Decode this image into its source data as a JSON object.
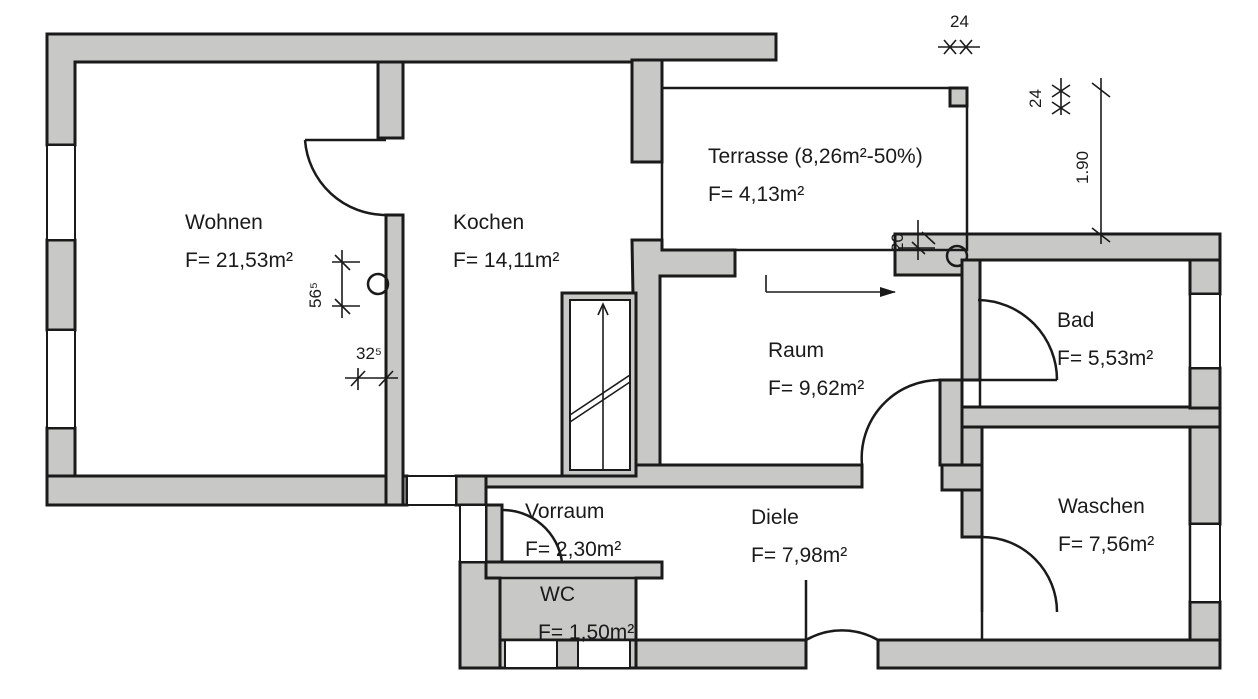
{
  "rooms": {
    "wohnen": {
      "name": "Wohnen",
      "area": "F= 21,53m²"
    },
    "kochen": {
      "name": "Kochen",
      "area": "F= 14,11m²"
    },
    "terrasse": {
      "name": "Terrasse (8,26m²-50%)",
      "area": "F= 4,13m²"
    },
    "raum": {
      "name": "Raum",
      "area": "F= 9,62m²"
    },
    "bad": {
      "name": "Bad",
      "area": "F= 5,53m²"
    },
    "vorraum": {
      "name": "Vorraum",
      "area": "F= 2,30m²"
    },
    "diele": {
      "name": "Diele",
      "area": "F= 7,98m²"
    },
    "waschen": {
      "name": "Waschen",
      "area": "F= 7,56m²"
    },
    "wc": {
      "name": "WC",
      "area": "F= 1,50m²"
    }
  },
  "dimensions": {
    "d24_top": "24",
    "d24_side": "24",
    "d190": "1.90",
    "d20": "20",
    "d565": "56⁵",
    "d325": "32⁵"
  }
}
